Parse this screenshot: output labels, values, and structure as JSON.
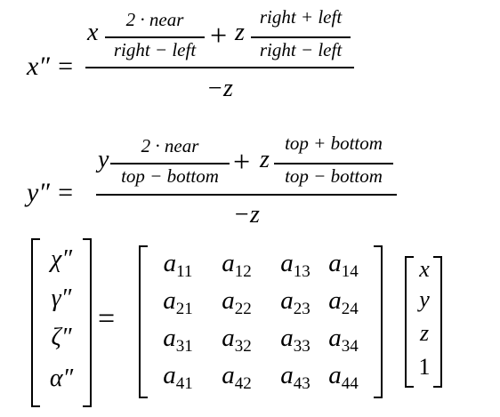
{
  "eq1": {
    "lhs": "x″ =",
    "coef1": "x",
    "num1": "2 · near",
    "den1": "right − left",
    "plus": "+",
    "coef2": "z",
    "num2": "right + left",
    "den2": "right − left",
    "outer_den": "−z"
  },
  "eq2": {
    "lhs": "y″ =",
    "coef1": "y",
    "num1": "2 · near",
    "den1": "top − bottom",
    "plus": "+",
    "coef2": "z",
    "num2": "top + bottom",
    "den2": "top − bottom",
    "outer_den": "−z"
  },
  "eq3": {
    "lhs_vector": [
      "χ″",
      "γ″",
      "ζ″",
      "α″"
    ],
    "equals": "=",
    "matrix": [
      [
        "a",
        "11",
        "a",
        "12",
        "a",
        "13",
        "a",
        "14"
      ],
      [
        "a",
        "21",
        "a",
        "22",
        "a",
        "23",
        "a",
        "24"
      ],
      [
        "a",
        "31",
        "a",
        "32",
        "a",
        "33",
        "a",
        "34"
      ],
      [
        "a",
        "41",
        "a",
        "42",
        "a",
        "43",
        "a",
        "44"
      ]
    ],
    "rhs_vector": [
      "x",
      "y",
      "z",
      "1"
    ]
  }
}
